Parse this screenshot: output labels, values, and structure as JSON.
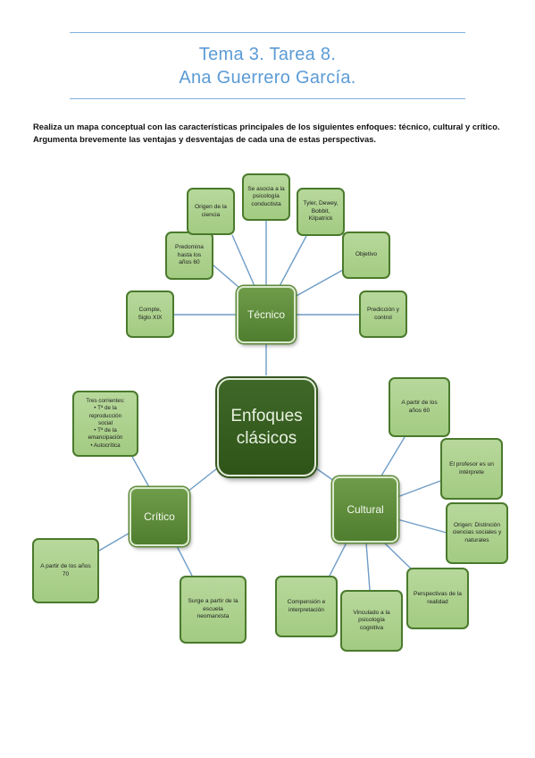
{
  "header": {
    "title_line1": "Tema 3. Tarea 8.",
    "title_line2": "Ana Guerrero García."
  },
  "instructions": {
    "line1": "Realiza un mapa conceptual con las características principales de los siguientes enfoques: técnico, cultural y crítico.",
    "line2": "Argumenta brevemente las ventajas y desventajas de cada una de estas perspectivas."
  },
  "colors": {
    "title": "#5b9bd5",
    "leaf_fill": "#a9cf88",
    "hub_fill": "#5e8d3b",
    "center_fill": "#375e21",
    "link": "#6e9cc6"
  },
  "diagram": {
    "center": "Enfoques\nclásicos",
    "tecnico": {
      "label": "Técnico",
      "leaves": [
        "Compte,\nSiglo XIX",
        "Predomina\nhasta los\naños 60",
        "Origen de la\nciencia",
        "Se asocia a la\npsicología\nconductista",
        "Tyler, Dewey,\nBobbit,\nKilpatrick",
        "Objetivo",
        "Predicción y\ncontrol"
      ]
    },
    "critico": {
      "label": "Crítico",
      "leaves": [
        "Tres corrientes:\n• Tª de la\nreproducción\nsocial\n• Tª de la\nemancipación\n• Autocrítica",
        "A partir de los años\n70",
        "Surge a partir de la\nescuela\nneomarxista"
      ]
    },
    "cultural": {
      "label": "Cultural",
      "leaves": [
        "A partir de los\naños 60",
        "El profesor es un\nintérprete",
        "Origen: Distinción\nciencias sociales y\nnaturales",
        "Perspectivas de la\nrealidad",
        "Vinculado a la\npsicología\ncognitiva",
        "Compensión e\ninterpretación"
      ]
    }
  }
}
